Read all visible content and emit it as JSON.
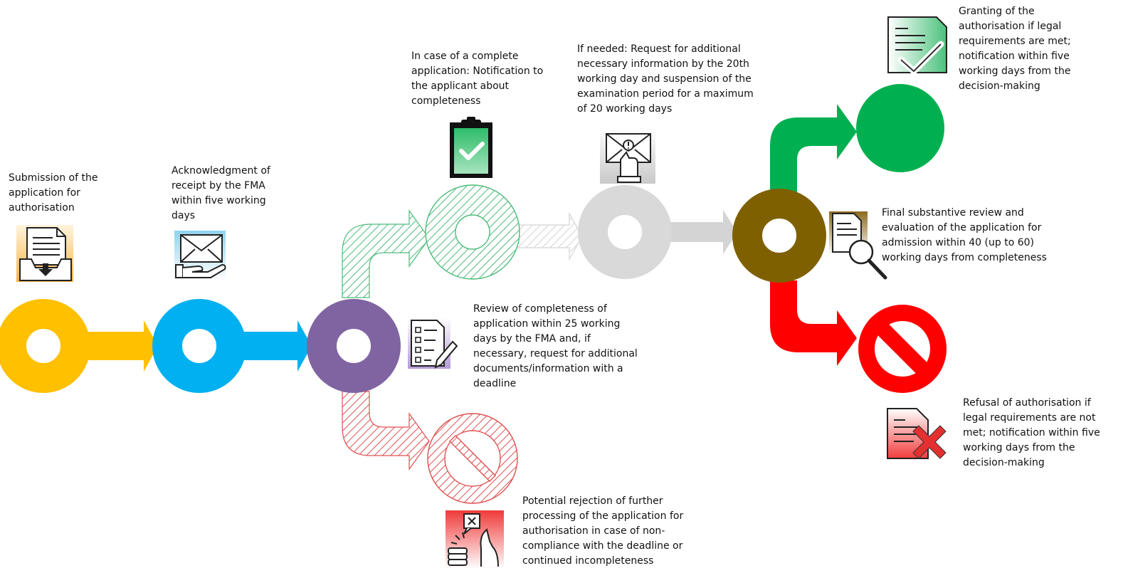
{
  "steps": {
    "submission": {
      "label": "Submission of the\napplication for\nauthorisation",
      "color": "#FFC000",
      "icon": "inbox-tray-document-icon"
    },
    "acknowledgment": {
      "label": "Acknowledgment of\nreceipt by the FMA\nwithin five working\ndays",
      "color": "#00B0F0",
      "icon": "envelope-on-hand-icon"
    },
    "completeness_review": {
      "label": "Review of completeness of\napplication within 25 working\ndays by the FMA and, if\nnecessary, request for additional\ndocuments/information with a\ndeadline",
      "color": "#8064A2",
      "icon": "checklist-pen-icon"
    },
    "completeness_notice": {
      "label": "In case of a complete\napplication: Notification to\nthe applicant about\ncompleteness",
      "color": "#4CBB7A",
      "icon": "clipboard-check-icon"
    },
    "additional_info": {
      "label": "If needed: Request for additional\nnecessary information by the 20th\nworking day and suspension of the\nexamination period for a maximum\nof 20 working days",
      "color": "#D9D9D9",
      "icon": "envelope-alert-hand-icon"
    },
    "final_review": {
      "label": "Final substantive review and\nevaluation of the application for\nadmission within 40 (up to 60)\nworking days from completeness",
      "color": "#7F6000",
      "icon": "document-magnifier-icon"
    },
    "granting": {
      "label": "Granting of the\nauthorisation if legal\nrequirements are met;\nnotification within five\nworking days from the\ndecision-making",
      "color": "#00B050",
      "icon": "document-check-icon"
    },
    "refusal": {
      "label": "Refusal of authorisation if\nlegal requirements are not\nmet; notification within five\nworking days from the\ndecision-making",
      "color": "#FF0000",
      "icon": "document-cross-icon"
    },
    "rejection": {
      "label": "Potential rejection of further\nprocessing of the application for\nauthorisation in case of non-\ncompliance with the deadline or\ncontinued incompleteness",
      "color": "#E05050",
      "icon": "stop-hand-icon"
    }
  }
}
